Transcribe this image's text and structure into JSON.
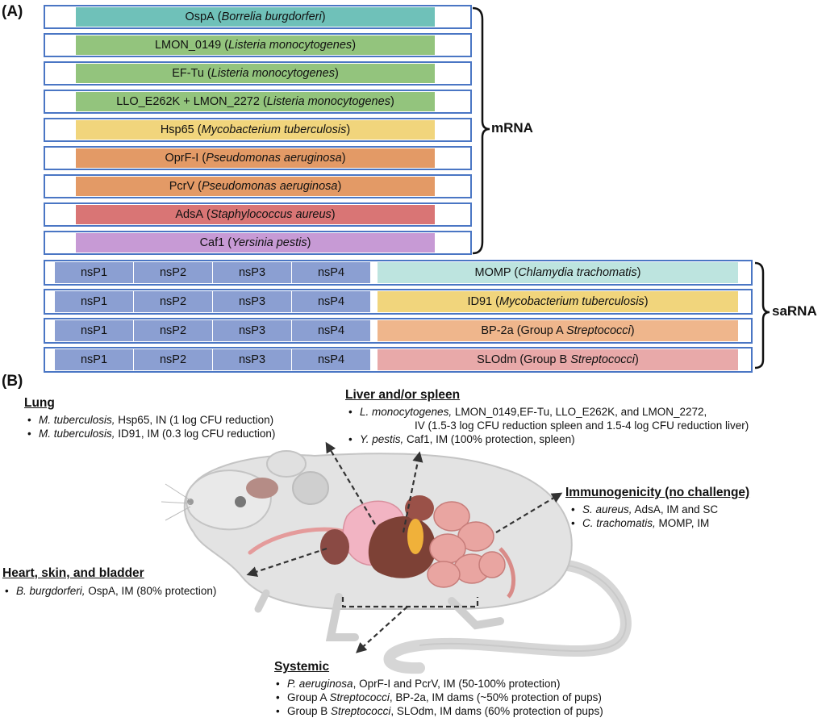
{
  "panel_a": {
    "label": "(A)",
    "mrna_label": "mRNA",
    "sarna_label": "saRNA",
    "mrna_rows": [
      {
        "gene": "OspA",
        "species": "Borrelia burgdorferi",
        "color": "#6fc1b9"
      },
      {
        "gene": "LMON_0149",
        "species": "Listeria monocytogenes",
        "color": "#93c47d"
      },
      {
        "gene": "EF-Tu",
        "species": "Listeria monocytogenes",
        "color": "#93c47d"
      },
      {
        "gene": "LLO_E262K + LMON_2272",
        "species": "Listeria monocytogenes",
        "color": "#93c47d"
      },
      {
        "gene": "Hsp65",
        "species": "Mycobacterium tuberculosis",
        "color": "#f1d57c"
      },
      {
        "gene": "OprF-I",
        "species": "Pseudomonas aeruginosa",
        "color": "#e39a66"
      },
      {
        "gene": "PcrV",
        "species": "Pseudomonas aeruginosa",
        "color": "#e39a66"
      },
      {
        "gene": "AdsA",
        "species": "Staphylococcus aureus",
        "color": "#d97575"
      },
      {
        "gene": "Caf1",
        "species": "Yersinia pestis",
        "color": "#c79ad5"
      }
    ],
    "sarna_rows": [
      {
        "ns": [
          "nsP1",
          "nsP2",
          "nsP3",
          "nsP4"
        ],
        "gene_pre": "MOMP (",
        "species": "Chlamydia trachomatis",
        "gene_post": ")",
        "color": "#bde4df"
      },
      {
        "ns": [
          "nsP1",
          "nsP2",
          "nsP3",
          "nsP4"
        ],
        "gene_pre": "ID91 (",
        "species": "Mycobacterium tuberculosis",
        "gene_post": ")",
        "color": "#f1d57c"
      },
      {
        "ns": [
          "nsP1",
          "nsP2",
          "nsP3",
          "nsP4"
        ],
        "gene_pre": "BP-2a (Group A ",
        "species": "Streptococci",
        "gene_post": ")",
        "color": "#efb68c"
      },
      {
        "ns": [
          "nsP1",
          "nsP2",
          "nsP3",
          "nsP4"
        ],
        "gene_pre": "SLOdm (Group B ",
        "species": "Streptococci",
        "gene_post": ")",
        "color": "#e8a9a9"
      }
    ]
  },
  "panel_b": {
    "label": "(B)",
    "lung": {
      "title": "Lung",
      "items": [
        {
          "italic": "M. tuberculosis,",
          "text": " Hsp65, IN (1 log CFU reduction)"
        },
        {
          "italic": "M. tuberculosis,",
          "text": " ID91, IM (0.3 log CFU reduction)"
        }
      ]
    },
    "liver": {
      "title": "Liver and/or spleen",
      "items": [
        {
          "italic": "L. monocytogenes,",
          "text": " LMON_0149,EF-Tu, LLO_E262K, and LMON_2272,"
        },
        {
          "italic": "Y. pestis,",
          "text": " Caf1, IM (100% protection, spleen)"
        }
      ],
      "continuation": "IV (1.5-3 log CFU reduction spleen and 1.5-4 log CFU reduction liver)"
    },
    "immuno": {
      "title": "Immunogenicity (no challenge)",
      "items": [
        {
          "italic": "S. aureus,",
          "text": " AdsA, IM and SC"
        },
        {
          "italic": "C. trachomatis,",
          "text": " MOMP, IM"
        }
      ]
    },
    "heart": {
      "title": "Heart, skin, and bladder",
      "items": [
        {
          "italic": "B. burgdorferi,",
          "text": " OspA, IM (80% protection)"
        }
      ]
    },
    "systemic": {
      "title": "Systemic",
      "items": [
        {
          "pre": "",
          "italic": "P. aeruginosa",
          "text": ", OprF-I and PcrV, IM (50-100% protection)"
        },
        {
          "pre": "Group A ",
          "italic": "Streptococci",
          "text": ", BP-2a, IM dams (~50% protection of pups)"
        },
        {
          "pre": "Group B ",
          "italic": "Streptococci",
          "text": ", SLOdm, IM dams (60% protection of pups)"
        }
      ]
    },
    "colors": {
      "arrow": "#333333",
      "body": "#e3e3e3",
      "organ_pink": "#e8a0a5",
      "organ_dark": "#8a4a44"
    }
  }
}
